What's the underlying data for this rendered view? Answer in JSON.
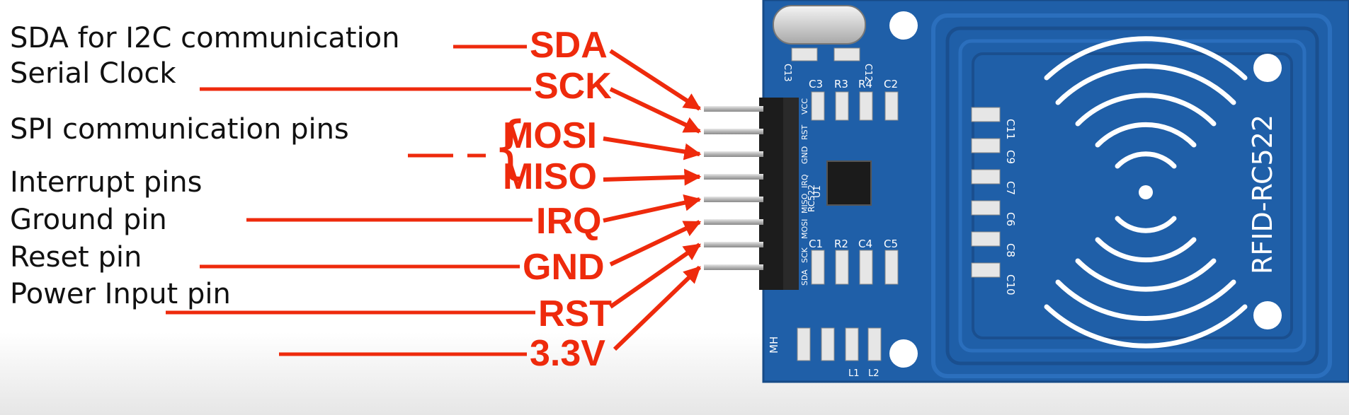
{
  "descriptions": [
    {
      "key": "sda",
      "text": "SDA for I2C communication"
    },
    {
      "key": "sck",
      "text": "Serial Clock"
    },
    {
      "key": "spi",
      "text": "SPI communication pins"
    },
    {
      "key": "irq",
      "text": "Interrupt pins"
    },
    {
      "key": "gnd",
      "text": "Ground pin"
    },
    {
      "key": "rst",
      "text": "Reset pin"
    },
    {
      "key": "pwr",
      "text": "Power Input pin"
    }
  ],
  "pins": [
    "SDA",
    "SCK",
    "MOSI",
    "MISO",
    "IRQ",
    "GND",
    "RST",
    "3.3V"
  ],
  "board": {
    "name": "RFID-RC522",
    "chip": "RC522",
    "silk_labels": [
      "C3",
      "R3",
      "R4",
      "C2",
      "C1",
      "R2",
      "C4",
      "C5",
      "C11",
      "C9",
      "C7",
      "C6",
      "C8",
      "C10",
      "C13",
      "C12",
      "U1",
      "MH",
      "L1",
      "L2"
    ],
    "header_labels": [
      "VCC",
      "RST",
      "GND",
      "IRQ",
      "MISO",
      "MOSI",
      "SCK",
      "SDA"
    ],
    "color": "#1f5fa8"
  },
  "colors": {
    "accent": "#ee2a0c",
    "text": "#111111",
    "board": "#1f5fa8"
  }
}
